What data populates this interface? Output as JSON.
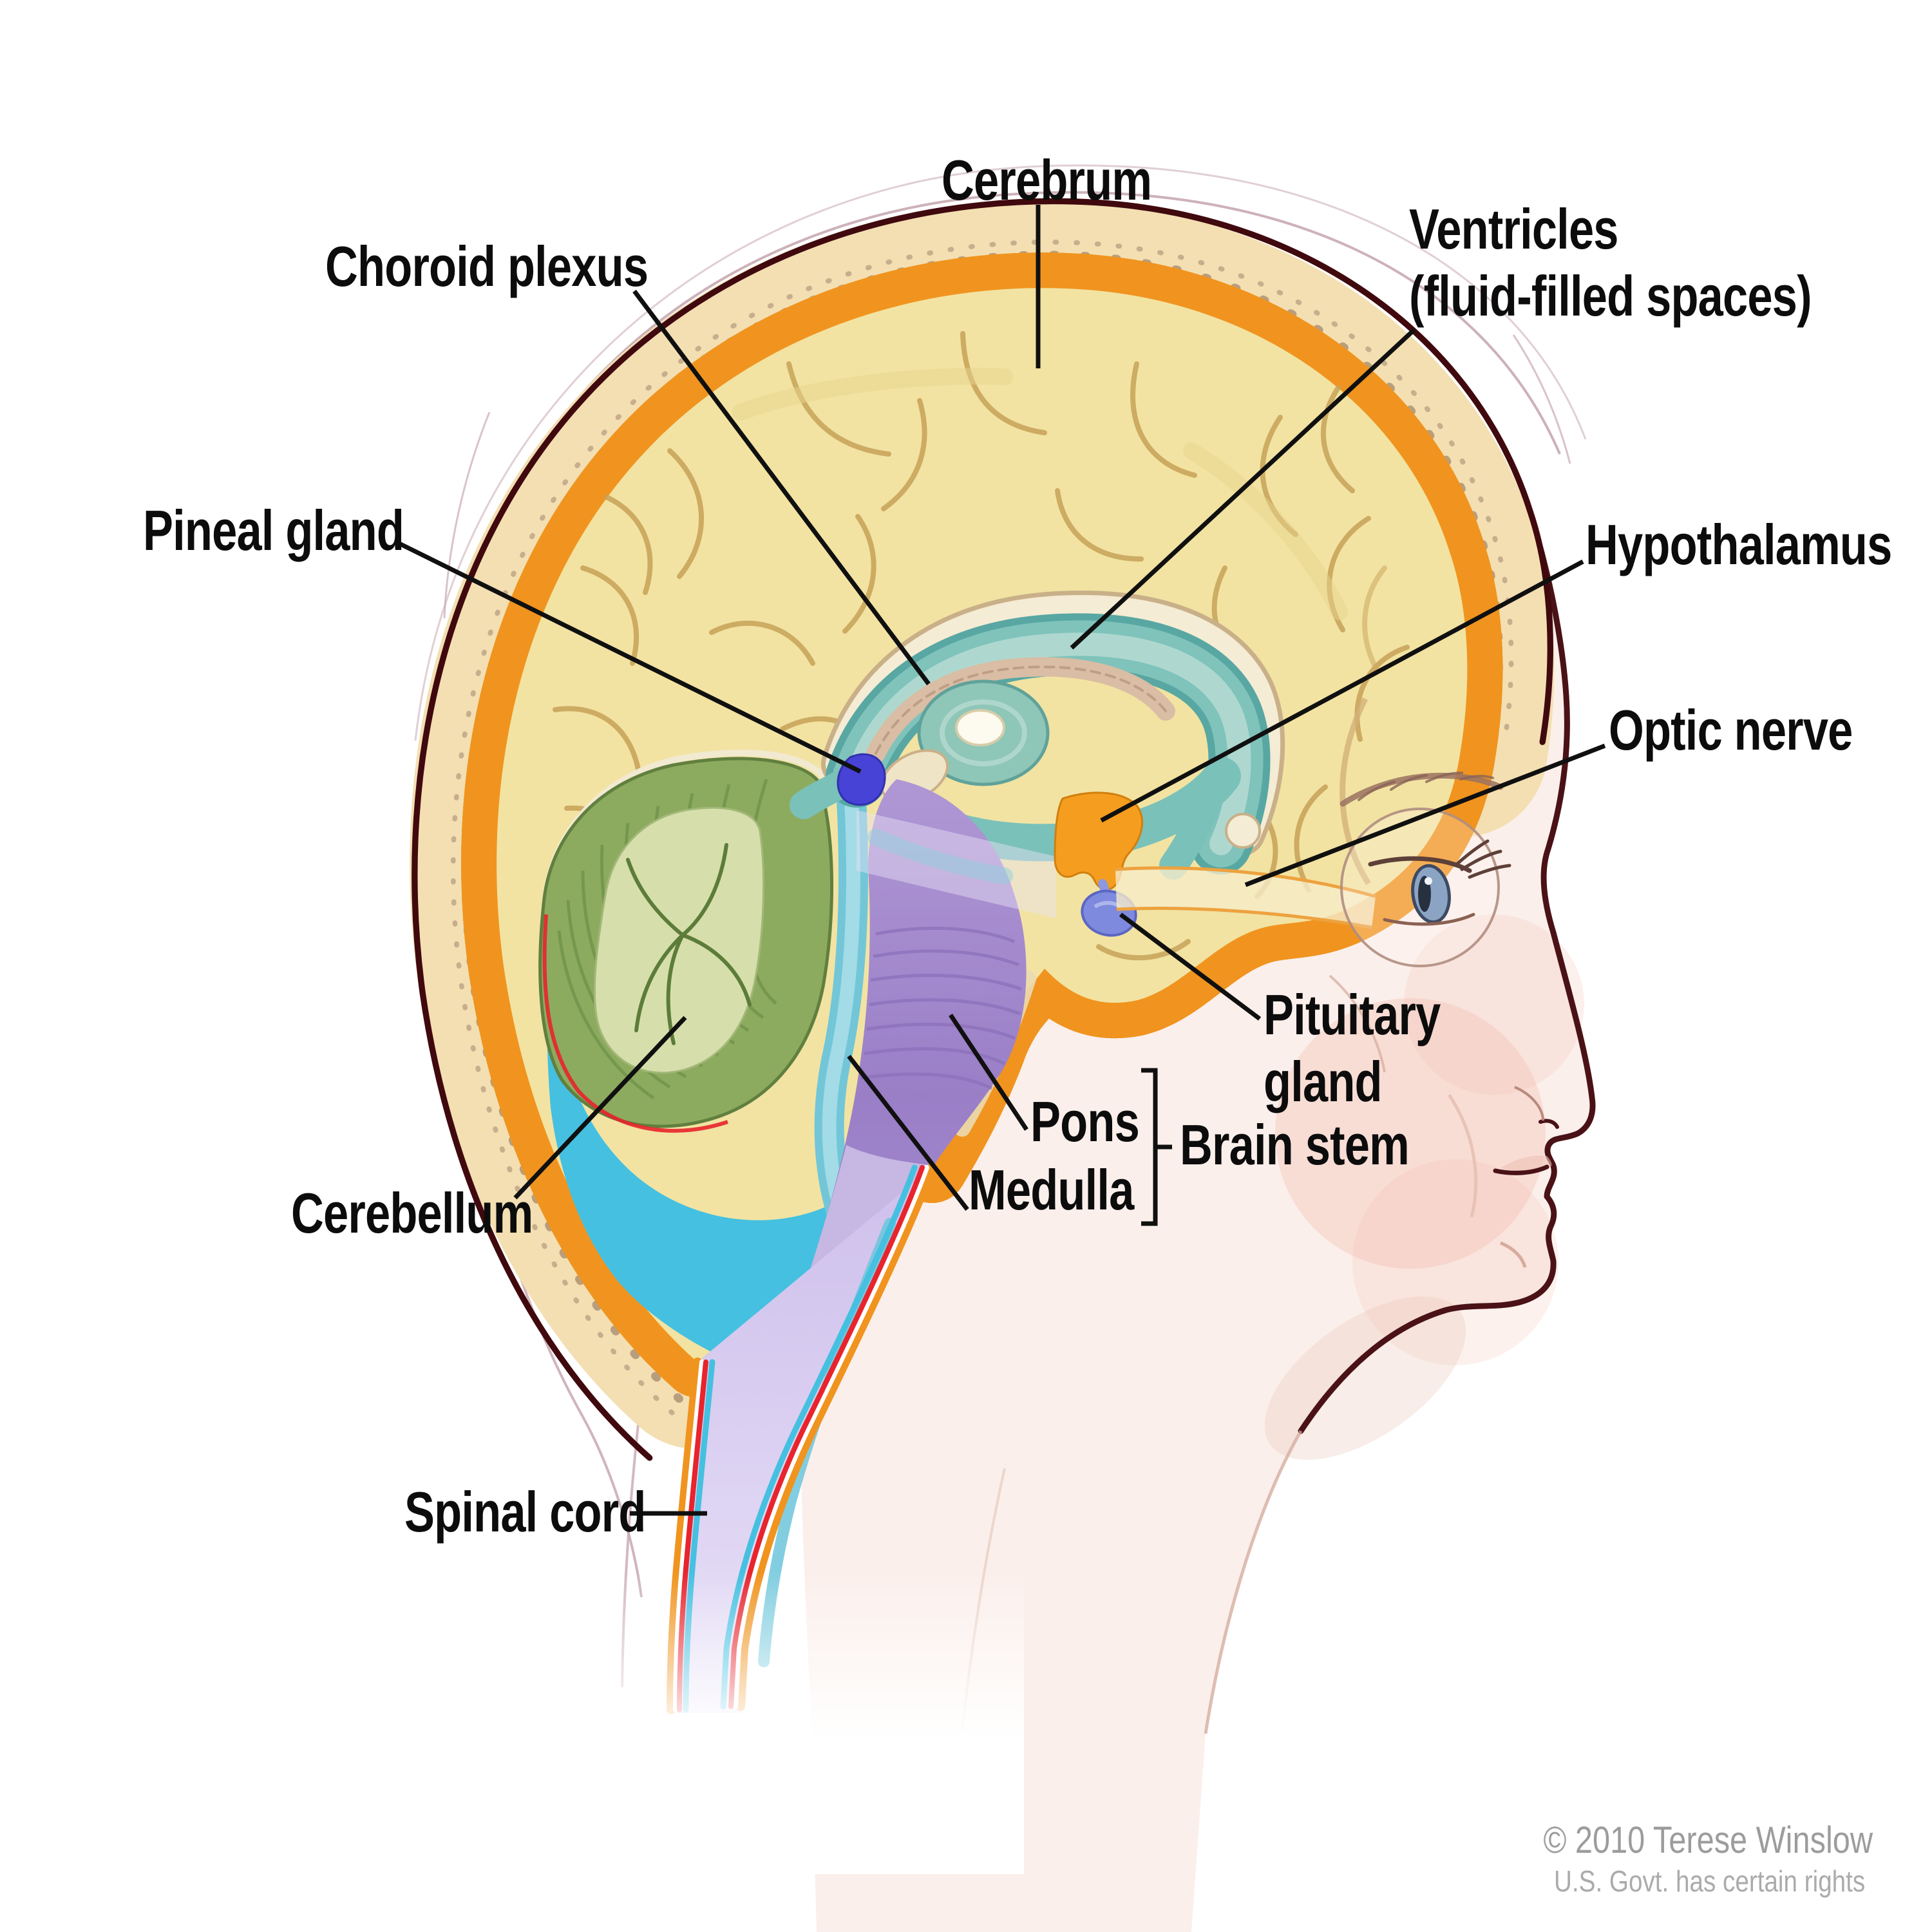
{
  "figure": {
    "labels": {
      "cerebrum": "Cerebrum",
      "choroid_plexus": "Choroid plexus",
      "ventricles_line1": "Ventricles",
      "ventricles_line2": "(fluid-filled spaces)",
      "pineal_gland": "Pineal gland",
      "hypothalamus": "Hypothalamus",
      "optic_nerve": "Optic nerve",
      "pituitary_line1": "Pituitary",
      "pituitary_line2": "gland",
      "pons": "Pons",
      "medulla": "Medulla",
      "brain_stem": "Brain stem",
      "cerebellum": "Cerebellum",
      "spinal_cord": "Spinal cord"
    },
    "credit": {
      "line1": "© 2010 Terese Winslow",
      "line2": "U.S. Govt. has certain rights"
    },
    "palette": {
      "cerebrum_yellow": "#f2e3a2",
      "ventricle_teal": "#7fc3bb",
      "csf_cyan": "#45c0e0",
      "skull_bone": "#f3dfb2",
      "dura_orange": "#f0941f",
      "pia_red": "#e8242c",
      "cerebellum_green": "#8cab5f",
      "brain_stem_purple": "#9a7fc7",
      "pineal_blue": "#4743d6",
      "hypothalamus_orange": "#f59d1e",
      "pituitary_blue": "#7e8ade",
      "skin_pink": "#fbefeb",
      "outline_maroon": "#40090e",
      "label_black": "#0c0c0c",
      "credit_gray": "#9c9c9c"
    }
  }
}
